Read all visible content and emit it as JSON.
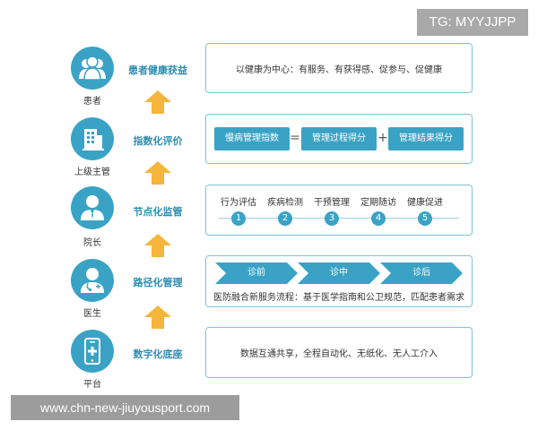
{
  "watermark_tag": "TG: MYYJJPP",
  "watermark_url": "www.chn-new-jiuyousport.com",
  "colors": {
    "accent": "#3aa3c5",
    "level_text": "#2d8db1",
    "arrow": "#f4b63a",
    "box_border": "#7fc3da"
  },
  "roles": [
    {
      "label": "患者",
      "icon": "patients-icon"
    },
    {
      "label": "上级主管",
      "icon": "building-icon"
    },
    {
      "label": "院长",
      "icon": "director-icon"
    },
    {
      "label": "医生",
      "icon": "doctor-icon"
    },
    {
      "label": "平台",
      "icon": "smartphone-icon"
    }
  ],
  "levels": [
    "患者健康获益",
    "指数化评价",
    "节点化监管",
    "路径化管理",
    "数字化底座"
  ],
  "rows": {
    "patient": {
      "text": "以健康为中心：有服务、有获得感、促参与、促健康"
    },
    "evaluation": {
      "pill1": "慢病管理指数",
      "equals": "=",
      "pill2": "管理过程得分",
      "plus": "+",
      "pill3": "管理结果得分"
    },
    "supervision": {
      "steps": [
        {
          "label": "行为评估",
          "num": "1"
        },
        {
          "label": "疾病检测",
          "num": "2"
        },
        {
          "label": "干预管理",
          "num": "3"
        },
        {
          "label": "定期随访",
          "num": "4"
        },
        {
          "label": "健康促进",
          "num": "5"
        }
      ]
    },
    "pathway": {
      "stages": [
        "诊前",
        "诊中",
        "诊后"
      ],
      "caption": "医防融合新服务流程：基于医学指南和公卫规范，匹配患者需求"
    },
    "platform": {
      "text": "数据互通共享，全程自动化、无纸化、无人工介入"
    }
  }
}
